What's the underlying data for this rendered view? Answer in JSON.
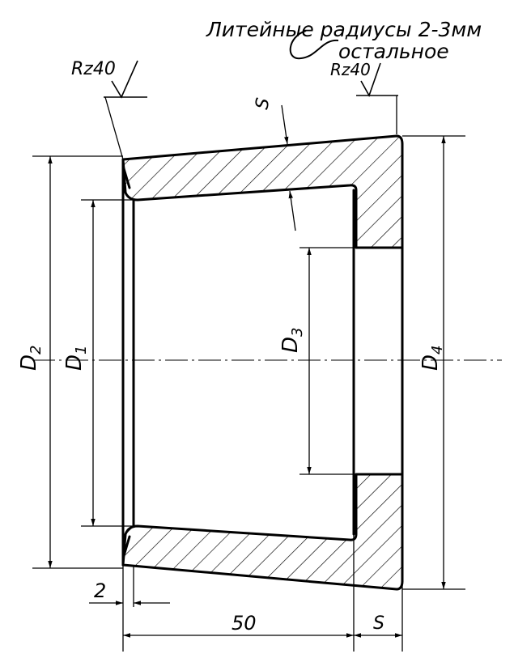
{
  "notes": {
    "line1": "Литейные радиусы 2-3мм",
    "line2": "остальное"
  },
  "roughness": {
    "left": "Rz40",
    "right": "Rz40"
  },
  "dimensions": {
    "d1": "D",
    "d1_sub": "1",
    "d2": "D",
    "d2_sub": "2",
    "d3": "D",
    "d3_sub": "3",
    "d4": "D",
    "d4_sub": "4",
    "wall_top": "S",
    "wall_bottom": "S",
    "length": "50",
    "flange": "2"
  },
  "colors": {
    "ink": "#000000",
    "paper": "#ffffff"
  }
}
